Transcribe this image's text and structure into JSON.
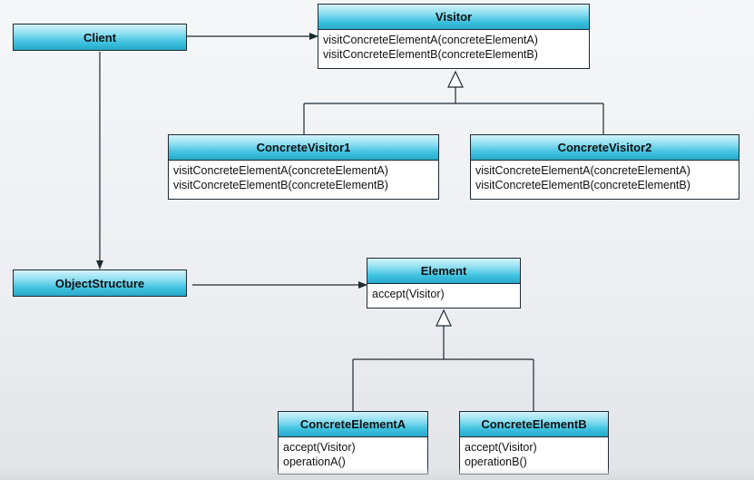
{
  "classes": {
    "client": {
      "name": "Client"
    },
    "visitor": {
      "name": "Visitor",
      "ops": [
        "visitConcreteElementA(concreteElementA)",
        "visitConcreteElementB(concreteElementB)"
      ]
    },
    "concrete_visitor1": {
      "name": "ConcreteVisitor1",
      "ops": [
        "visitConcreteElementA(concreteElementA)",
        "visitConcreteElementB(concreteElementB)"
      ]
    },
    "concrete_visitor2": {
      "name": "ConcreteVisitor2",
      "ops": [
        "visitConcreteElementA(concreteElementA)",
        "visitConcreteElementB(concreteElementB)"
      ]
    },
    "object_structure": {
      "name": "ObjectStructure"
    },
    "element": {
      "name": "Element",
      "ops": [
        "accept(Visitor)"
      ]
    },
    "concrete_element_a": {
      "name": "ConcreteElementA",
      "ops": [
        "accept(Visitor)",
        "operationA()"
      ]
    },
    "concrete_element_b": {
      "name": "ConcreteElementB",
      "ops": [
        "accept(Visitor)",
        "operationB()"
      ]
    }
  },
  "colors": {
    "header_top": "#d4f3fb",
    "header_bottom": "#27a9c9",
    "line": "#1f2b33"
  }
}
